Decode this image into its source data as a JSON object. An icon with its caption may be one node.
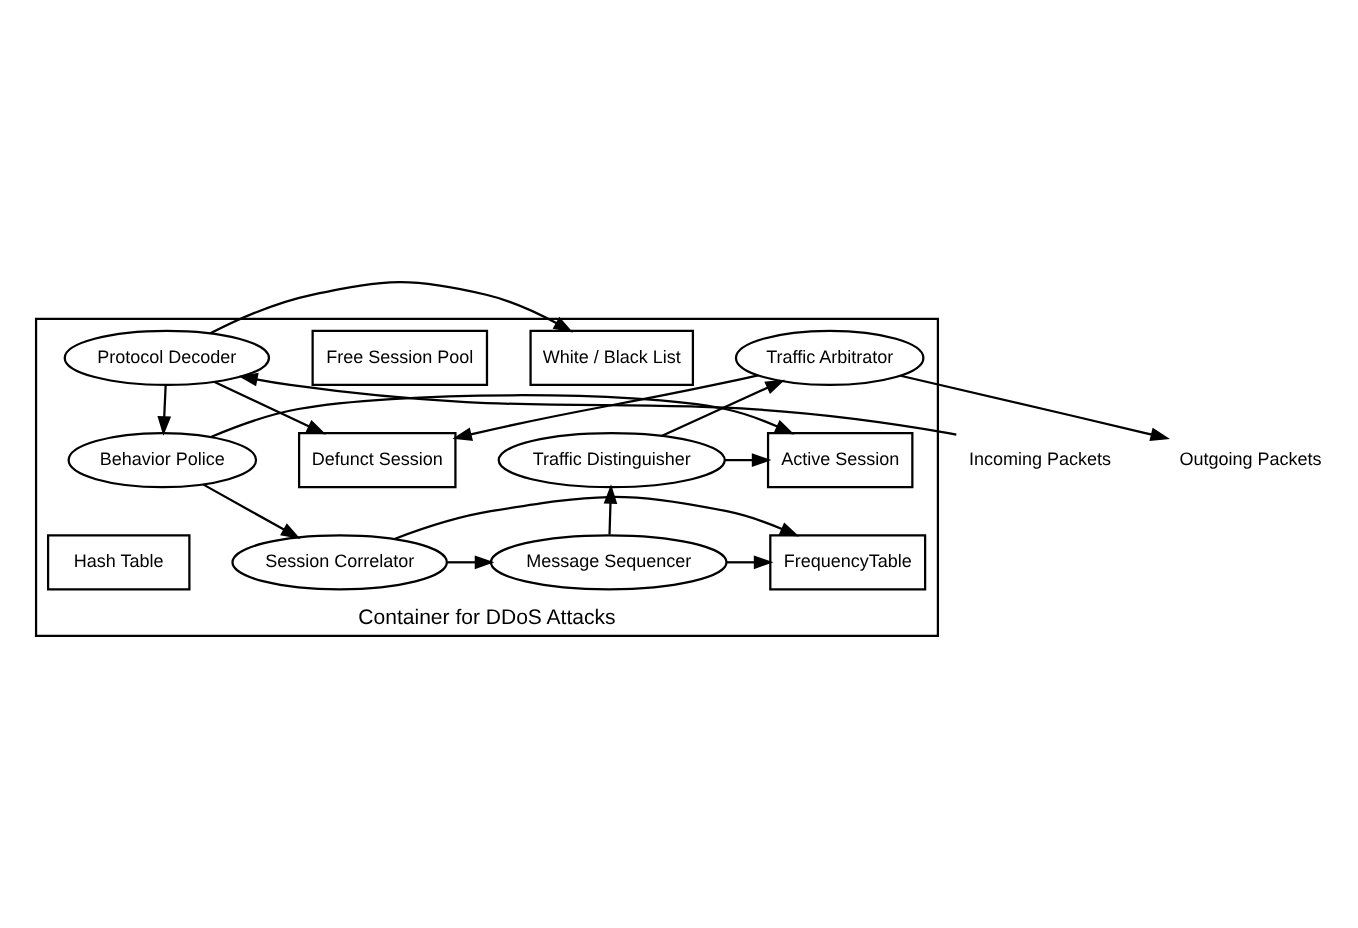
{
  "diagram": {
    "nodes": [
      {
        "text": [
          "Container for DDoS Attacks"
        ]
      },
      {
        "text": [
          "Incoming Packets"
        ]
      },
      {
        "text": [
          "Outgoing Packets"
        ]
      },
      {
        "text": [
          "Protocol Decoder"
        ],
        "in": 0
      },
      {
        "text": [
          "Behavior Police"
        ],
        "in": 0
      },
      {
        "text": [
          "Session Correlator"
        ],
        "in": 0
      },
      {
        "text": [
          "White / Black List"
        ],
        "in": 0
      },
      {
        "text": [
          "Free Session Pool"
        ],
        "in": 0
      },
      {
        "text": [
          "Defunct Session"
        ],
        "in": 0
      },
      {
        "text": [
          "Active Session"
        ],
        "in": 0
      },
      {
        "text": [
          "Hash Table"
        ],
        "in": 0
      },
      {
        "text": [
          "FrequencyTable"
        ],
        "in": 0
      },
      {
        "text": [
          "Traffic Arbitrator"
        ],
        "in": 0
      },
      {
        "text": [
          "Traffic Distinguisher"
        ],
        "in": 0
      },
      {
        "text": [
          "Message Sequencer"
        ],
        "in": 0
      }
    ],
    "edges": [
      {
        "from": 1,
        "to": 3,
        "arrow": "to"
      },
      {
        "from": 3,
        "to": 4,
        "arrow": "to"
      },
      {
        "from": 4,
        "to": 5,
        "arrow": "to"
      },
      {
        "from": 3,
        "to": 6,
        "arrow": "to"
      },
      {
        "from": 3,
        "to": 8,
        "arrow": "to"
      },
      {
        "from": 4,
        "to": 9,
        "arrow": "to"
      },
      {
        "from": 5,
        "to": 11,
        "arrow": "to"
      },
      {
        "from": 5,
        "to": 14,
        "arrow": "to"
      },
      {
        "from": 14,
        "to": 13,
        "arrow": "to"
      },
      {
        "from": 13,
        "to": 12,
        "arrow": "to"
      },
      {
        "from": 12,
        "to": 2,
        "arrow": "to"
      },
      {
        "from": 12,
        "to": 8,
        "arrow": "to"
      },
      {
        "from": 13,
        "to": 9,
        "arrow": "to"
      },
      {
        "from": 14,
        "to": 11,
        "arrow": "to"
      }
    ]
  }
}
